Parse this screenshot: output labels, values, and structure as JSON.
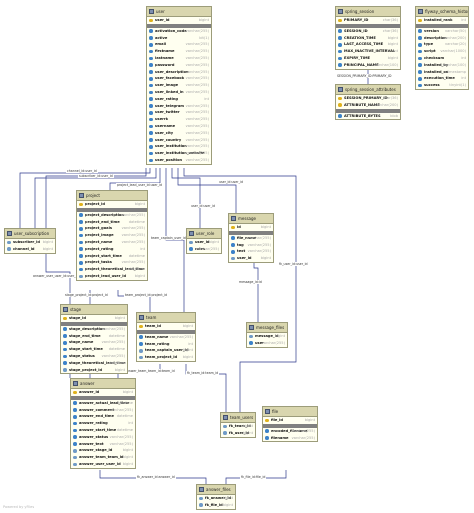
{
  "diagram": {
    "tables": {
      "user": {
        "name": "user",
        "columns": [
          {
            "name": "user_id",
            "type": "bigint",
            "key": "pk"
          },
          {
            "name": "activation_code",
            "type": "varchar(255)"
          },
          {
            "name": "active",
            "type": "bit(1)"
          },
          {
            "name": "email",
            "type": "varchar(255)"
          },
          {
            "name": "firstname",
            "type": "varchar(255)"
          },
          {
            "name": "lastname",
            "type": "varchar(255)"
          },
          {
            "name": "password",
            "type": "varchar(255)"
          },
          {
            "name": "user_description",
            "type": "varchar(255)"
          },
          {
            "name": "user_facebook",
            "type": "varchar(255)"
          },
          {
            "name": "user_image",
            "type": "varchar(255)"
          },
          {
            "name": "user_linked_in",
            "type": "varchar(255)"
          },
          {
            "name": "user_rating",
            "type": "int"
          },
          {
            "name": "user_telegram",
            "type": "varchar(255)"
          },
          {
            "name": "user_twitter",
            "type": "varchar(255)"
          },
          {
            "name": "userrk",
            "type": "varchar(255)"
          },
          {
            "name": "username",
            "type": "varchar(255)"
          },
          {
            "name": "user_city",
            "type": "varchar(255)"
          },
          {
            "name": "user_country",
            "type": "varchar(255)"
          },
          {
            "name": "user_institution",
            "type": "varchar(255)"
          },
          {
            "name": "user_institution_website",
            "type": "varchar(255)"
          },
          {
            "name": "user_position",
            "type": "varchar(255)"
          }
        ]
      },
      "spring_session": {
        "name": "spring_session",
        "columns": [
          {
            "name": "PRIMARY_ID",
            "type": "char(36)",
            "key": "pk"
          },
          {
            "name": "SESSION_ID",
            "type": "char(36)"
          },
          {
            "name": "CREATION_TIME",
            "type": "bigint"
          },
          {
            "name": "LAST_ACCESS_TIME",
            "type": "bigint"
          },
          {
            "name": "MAX_INACTIVE_INTERVAL",
            "type": "int"
          },
          {
            "name": "EXPIRY_TIME",
            "type": "bigint"
          },
          {
            "name": "PRINCIPAL_NAME",
            "type": "varchar(100)"
          }
        ]
      },
      "spring_session_attributes": {
        "name": "spring_session_attributes",
        "columns": [
          {
            "name": "SESSION_PRIMARY_ID",
            "type": "char(36)",
            "key": "pk"
          },
          {
            "name": "ATTRIBUTE_NAME",
            "type": "varchar(200)",
            "key": "pk"
          },
          {
            "name": "ATTRIBUTE_BYTES",
            "type": "blob"
          }
        ]
      },
      "flyway_schema_history": {
        "name": "flyway_schema_history",
        "columns": [
          {
            "name": "installed_rank",
            "type": "int",
            "key": "pk"
          },
          {
            "name": "version",
            "type": "varchar(50)"
          },
          {
            "name": "description",
            "type": "varchar(200)"
          },
          {
            "name": "type",
            "type": "varchar(20)"
          },
          {
            "name": "script",
            "type": "varchar(1000)"
          },
          {
            "name": "checksum",
            "type": "int"
          },
          {
            "name": "installed_by",
            "type": "varchar(100)"
          },
          {
            "name": "installed_on",
            "type": "timestamp"
          },
          {
            "name": "execution_time",
            "type": "int"
          },
          {
            "name": "success",
            "type": "tinyint(1)"
          }
        ]
      },
      "user_subscription": {
        "name": "user_subscription",
        "columns": [
          {
            "name": "subscriber_id",
            "type": "bigint",
            "key": "fk"
          },
          {
            "name": "channel_id",
            "type": "bigint",
            "key": "fk"
          }
        ]
      },
      "project": {
        "name": "project",
        "columns": [
          {
            "name": "project_id",
            "type": "bigint",
            "key": "pk"
          },
          {
            "name": "project_description",
            "type": "varchar(255)"
          },
          {
            "name": "project_end_time",
            "type": "datetime"
          },
          {
            "name": "project_goals",
            "type": "varchar(255)"
          },
          {
            "name": "project_image",
            "type": "varchar(255)"
          },
          {
            "name": "project_name",
            "type": "varchar(255)"
          },
          {
            "name": "project_rating",
            "type": "int"
          },
          {
            "name": "project_start_time",
            "type": "datetime"
          },
          {
            "name": "project_tasks",
            "type": "varchar(255)"
          },
          {
            "name": "project_theoretical_lead_time",
            "type": "datetime"
          },
          {
            "name": "project_lead_user_id",
            "type": "bigint",
            "key": "fk"
          }
        ]
      },
      "user_role": {
        "name": "user_role",
        "columns": [
          {
            "name": "user_id",
            "type": "bigint",
            "key": "fk"
          },
          {
            "name": "roles",
            "type": "varchar(255)"
          }
        ]
      },
      "message": {
        "name": "message",
        "columns": [
          {
            "name": "id",
            "type": "bigint",
            "key": "pk"
          },
          {
            "name": "file_name",
            "type": "varchar(255)"
          },
          {
            "name": "tag",
            "type": "varchar(255)"
          },
          {
            "name": "text",
            "type": "varchar(255)"
          },
          {
            "name": "user_id",
            "type": "bigint",
            "key": "fk"
          }
        ]
      },
      "stage": {
        "name": "stage",
        "columns": [
          {
            "name": "stage_id",
            "type": "bigint",
            "key": "pk"
          },
          {
            "name": "stage_description",
            "type": "varchar(255)"
          },
          {
            "name": "stage_end_time",
            "type": "datetime"
          },
          {
            "name": "stage_name",
            "type": "varchar(255)"
          },
          {
            "name": "stage_start_time",
            "type": "datetime"
          },
          {
            "name": "stage_status",
            "type": "varchar(255)"
          },
          {
            "name": "stage_theoretical_lead_time",
            "type": "datetime"
          },
          {
            "name": "stage_project_id",
            "type": "bigint",
            "key": "fk"
          }
        ]
      },
      "team": {
        "name": "team",
        "columns": [
          {
            "name": "team_id",
            "type": "bigint",
            "key": "pk"
          },
          {
            "name": "team_name",
            "type": "varchar(255)"
          },
          {
            "name": "team_rating",
            "type": "int"
          },
          {
            "name": "team_captain_user_id",
            "type": "bigint",
            "key": "fk"
          },
          {
            "name": "team_project_id",
            "type": "bigint",
            "key": "fk"
          }
        ]
      },
      "message_files": {
        "name": "message_files",
        "columns": [
          {
            "name": "message_id",
            "type": "bigint",
            "key": "fk"
          },
          {
            "name": "user",
            "type": "varchar(255)"
          }
        ]
      },
      "answer": {
        "name": "answer",
        "columns": [
          {
            "name": "answer_id",
            "type": "bigint",
            "key": "pk"
          },
          {
            "name": "answer_actual_lead_time",
            "type": "datetime"
          },
          {
            "name": "answer_comment",
            "type": "varchar(255)"
          },
          {
            "name": "answer_end_time",
            "type": "datetime"
          },
          {
            "name": "answer_rating",
            "type": "int"
          },
          {
            "name": "answer_start_time",
            "type": "datetime"
          },
          {
            "name": "answer_status",
            "type": "varchar(255)"
          },
          {
            "name": "answer_text",
            "type": "varchar(255)"
          },
          {
            "name": "answer_stage_id",
            "type": "bigint",
            "key": "fk"
          },
          {
            "name": "answer_team_team_id",
            "type": "bigint",
            "key": "fk"
          },
          {
            "name": "answer_user_user_id",
            "type": "bigint",
            "key": "fk"
          }
        ]
      },
      "team_users": {
        "name": "team_users",
        "columns": [
          {
            "name": "fk_team_id",
            "type": "bigint",
            "key": "fk"
          },
          {
            "name": "fk_user_id",
            "type": "bigint",
            "key": "fk"
          }
        ]
      },
      "file": {
        "name": "file",
        "columns": [
          {
            "name": "file_id",
            "type": "bigint",
            "key": "pk"
          },
          {
            "name": "encoded_filename",
            "type": "varchar(255)"
          },
          {
            "name": "filename",
            "type": "varchar(255)"
          }
        ]
      },
      "answer_files": {
        "name": "answer_files",
        "columns": [
          {
            "name": "fk_answer_id",
            "type": "bigint",
            "key": "fk"
          },
          {
            "name": "fk_file_id",
            "type": "bigint",
            "key": "fk"
          }
        ]
      }
    },
    "edge_labels": {
      "session_fk": "SESSION_PRIMARY_ID:PRIMARY_ID",
      "channel": "channel_id:user_id",
      "subscriber": "subscriber_id:user_id",
      "project_lead": "project_lead_user_id:user_id",
      "role_user": "user_id:user_id",
      "team_captain": "team_captain_user_id:user_id",
      "message_user": "user_id:user_id",
      "answer_user": "answer_user_user_id:user_id",
      "message_id": "message_id:id",
      "fk_user": "fk_user_id:user_id",
      "stage_project": "stage_project_id:project_id",
      "team_project": "team_project_id:project_id",
      "answer_stage": "answer_stage_id:stage_id",
      "answer_team": "answer_team_team_id:team_id",
      "fk_team": "fk_team_id:team_id",
      "fk_answer": "fk_answer_id:answer_id",
      "fk_file": "fk_file_id:file_id"
    },
    "footer": "Powered by yFiles"
  }
}
